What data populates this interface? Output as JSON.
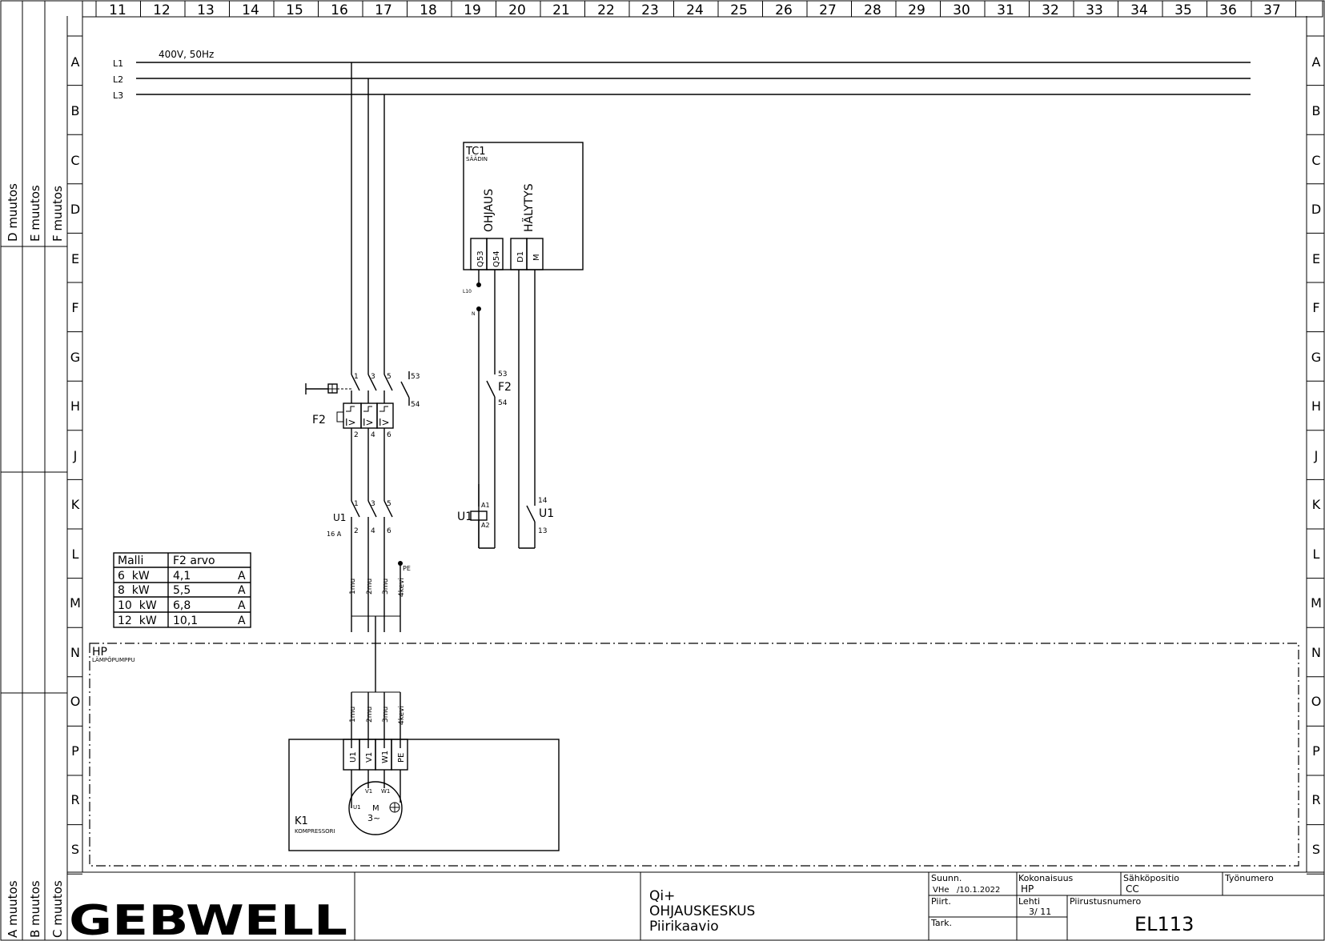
{
  "column_numbers": [
    "11",
    "12",
    "13",
    "14",
    "15",
    "16",
    "17",
    "18",
    "19",
    "20",
    "21",
    "22",
    "23",
    "24",
    "25",
    "26",
    "27",
    "28",
    "29",
    "30",
    "31",
    "32",
    "33",
    "34",
    "35",
    "36",
    "37"
  ],
  "row_letters": [
    "A",
    "B",
    "C",
    "D",
    "E",
    "F",
    "G",
    "H",
    "J",
    "K",
    "L",
    "M",
    "N",
    "O",
    "P",
    "R",
    "S"
  ],
  "revisions": {
    "d": "D muutos",
    "e": "E muutos",
    "f": "F muutos",
    "a": "A muutos",
    "b": "B muutos",
    "c": "C muutos"
  },
  "supply": {
    "label": "400V, 50Hz",
    "l1": "L1",
    "l2": "L2",
    "l3": "L3"
  },
  "tc1": {
    "name": "TC1",
    "desc": "SÄÄDIN",
    "ohjaus": "OHJAUS",
    "halytys": "HÄLYTYS",
    "t_q53": "Q53",
    "t_q54": "Q54",
    "t_d1": "D1",
    "t_m": "M",
    "l10": "L10",
    "n": "N"
  },
  "f2": {
    "name": "F2",
    "t1": "1",
    "t3": "3",
    "t5": "5",
    "t2": "2",
    "t4": "4",
    "t6": "6",
    "t53": "53",
    "t54": "54",
    "trip": "I>"
  },
  "f2_aux": {
    "name": "F2",
    "t53": "53",
    "t54": "54"
  },
  "u1": {
    "name": "U1",
    "rating": "16 A",
    "t1": "1",
    "t3": "3",
    "t5": "5",
    "t2": "2",
    "t4": "4",
    "t6": "6",
    "a1": "A1",
    "a2": "A2",
    "t14": "14",
    "t13": "13"
  },
  "table": {
    "h1": "Malli",
    "h2": "F2 arvo",
    "rows": [
      {
        "model": "6  kW",
        "value": "4,1",
        "unit": "A"
      },
      {
        "model": "8  kW",
        "value": "5,5",
        "unit": "A"
      },
      {
        "model": "10  kW",
        "value": "6,8",
        "unit": "A"
      },
      {
        "model": "12  kW",
        "value": "10,1",
        "unit": "A"
      }
    ]
  },
  "cable_top": {
    "c1": "1mu",
    "c2": "2mu",
    "c3": "3mu",
    "c4": "4kevi",
    "pe": "PE"
  },
  "hp": {
    "name": "HP",
    "desc": "LÄMPÖPUMPPU"
  },
  "cable_bottom": {
    "c1": "1mu",
    "c2": "2mu",
    "c3": "3mu",
    "c4": "4kevi"
  },
  "k1": {
    "name": "K1",
    "desc": "KOMPRESSORI",
    "u1": "U1",
    "v1": "V1",
    "w1": "W1",
    "pe": "PE",
    "m": "M",
    "phase": "3~"
  },
  "title_block": {
    "logo": "GEBWELL",
    "title1": "Qi+",
    "title2": "OHJAUSKESKUS",
    "title3": "Piirikaavio",
    "suunn_label": "Suunn.",
    "suunn_val": "VHe   /10.1.2022",
    "koko_label": "Kokonaisuus",
    "koko_val": "HP",
    "sahko_label": "Sähköpositio",
    "sahko_val": "CC",
    "tyo_label": "Työnumero",
    "piirt_label": "Piirt.",
    "lehti_label": "Lehti",
    "lehti_val": "3/ 11",
    "piirnum_label": "Piirustusnumero",
    "piirnum_val": "EL113",
    "tark_label": "Tark."
  }
}
